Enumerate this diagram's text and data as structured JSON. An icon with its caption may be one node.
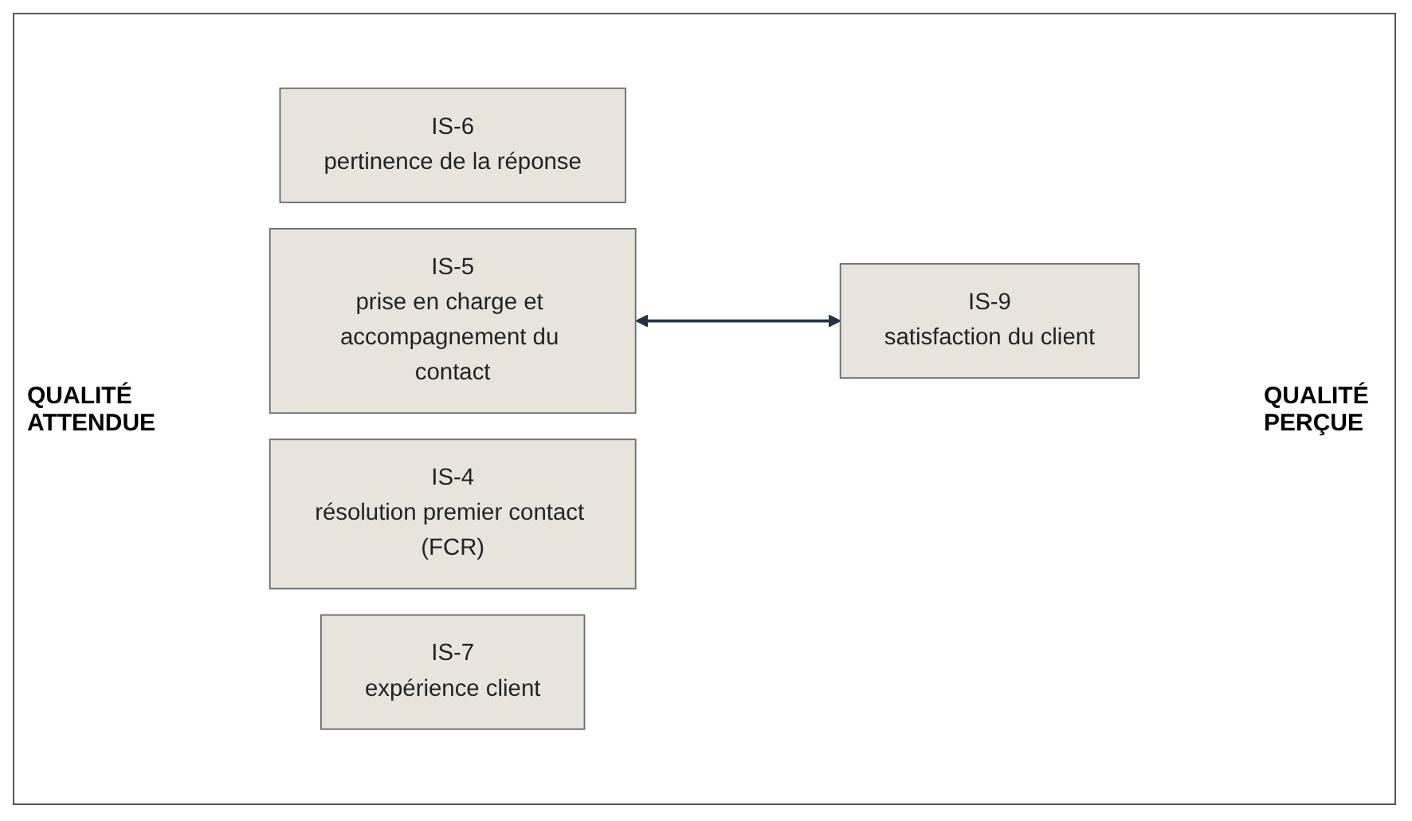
{
  "diagram": {
    "nodes": [
      {
        "text": [
          "IS-6",
          "pertinence de la réponse"
        ]
      },
      {
        "text": [
          "IS-5",
          "prise en charge et accompagnement du contact"
        ]
      },
      {
        "text": [
          "IS-4",
          "résolution premier contact (FCR)"
        ]
      },
      {
        "text": [
          "IS-7",
          "expérience client"
        ]
      },
      {
        "text": [
          "IS-9",
          "satisfaction du client"
        ]
      }
    ],
    "edges": [
      {
        "from": 1,
        "to": 4,
        "arrow": "both"
      }
    ],
    "labels": [
      "QUALITÉ ATTENDUE",
      "QUALITÉ PERÇUE"
    ]
  }
}
